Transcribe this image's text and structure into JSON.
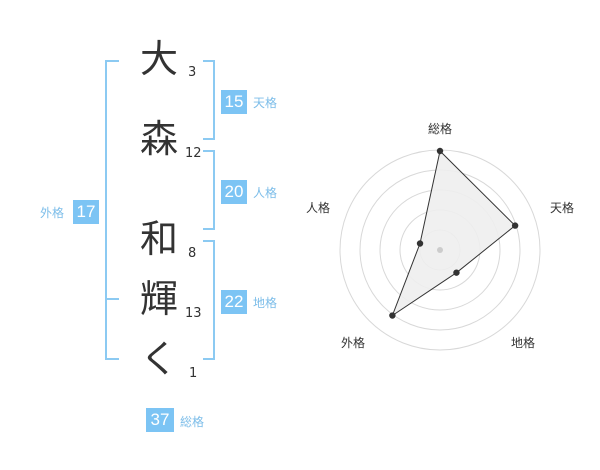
{
  "name": {
    "characters": [
      {
        "char": "大",
        "strokes": "3"
      },
      {
        "char": "森",
        "strokes": "12"
      },
      {
        "char": "和",
        "strokes": "8"
      },
      {
        "char": "輝",
        "strokes": "13"
      },
      {
        "char": "く",
        "strokes": "1"
      }
    ]
  },
  "kakusu": {
    "tenkaku": {
      "value": "15",
      "label": "天格"
    },
    "jinkaku": {
      "value": "20",
      "label": "人格"
    },
    "chikaku": {
      "value": "22",
      "label": "地格"
    },
    "gaikaku": {
      "value": "17",
      "label": "外格"
    },
    "soukaku": {
      "value": "37",
      "label": "総格"
    }
  },
  "chart_data": {
    "type": "radar",
    "axes": [
      "総格",
      "天格",
      "地格",
      "外格",
      "人格"
    ],
    "values": [
      0.99,
      0.79,
      0.28,
      0.81,
      0.21
    ],
    "rings": 5,
    "colors": {
      "fill": "#eeeeee",
      "stroke": "#333333",
      "grid": "#d8d8d8",
      "point": "#333333",
      "center": "#cccccc"
    }
  }
}
